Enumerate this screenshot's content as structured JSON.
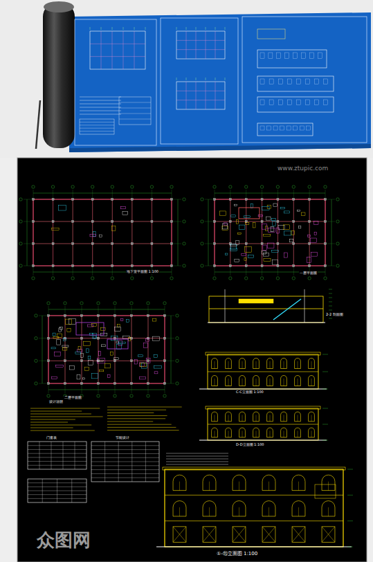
{
  "diagram": {
    "labels": [
      "www.ztupic.com",
      "地下室平面图 1:100",
      "一层平面图",
      "2-2 剖面图",
      "二层平面图",
      "设计说明",
      "门窗表",
      "节能设计",
      "C-C立面图 1:100",
      "D-D立面图 1:100",
      "①-⑪立面图 1:100",
      "众图网"
    ]
  }
}
